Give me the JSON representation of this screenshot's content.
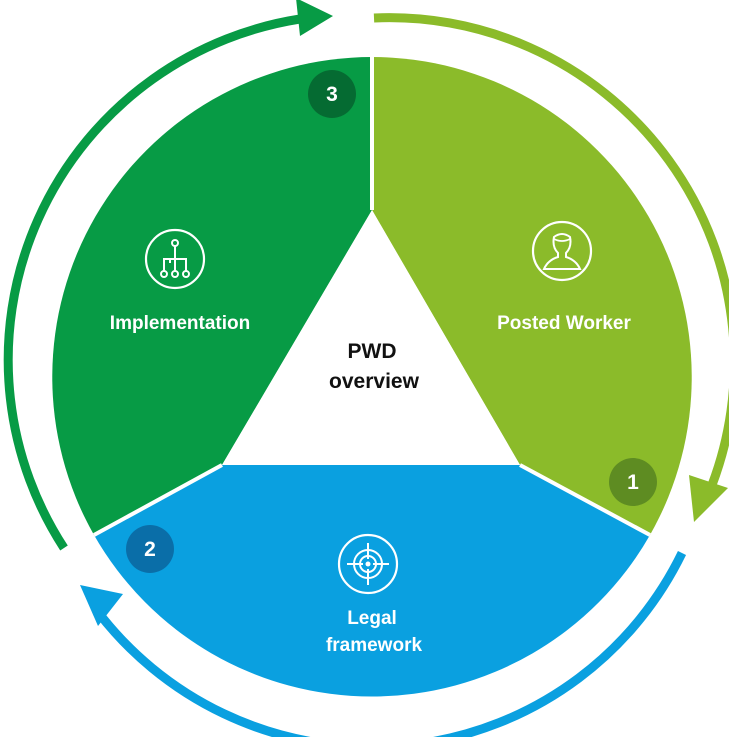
{
  "center": {
    "line1": "PWD",
    "line2": "overview"
  },
  "segments": [
    {
      "label_line1": "Posted Worker",
      "label_line2": "",
      "number": "1",
      "icon": "person-icon",
      "color": "#8bbb2a",
      "badge_color": "#5e8c22"
    },
    {
      "label_line1": "Legal",
      "label_line2": "framework",
      "number": "2",
      "icon": "target-icon",
      "color": "#0aa0e0",
      "badge_color": "#0a6ea8"
    },
    {
      "label_line1": "Implementation",
      "label_line2": "",
      "number": "3",
      "icon": "hierarchy-icon",
      "color": "#079b45",
      "badge_color": "#056b32"
    }
  ],
  "arrow_colors": {
    "green": "#079b45",
    "lime": "#8bbb2a",
    "blue": "#0aa0e0"
  }
}
